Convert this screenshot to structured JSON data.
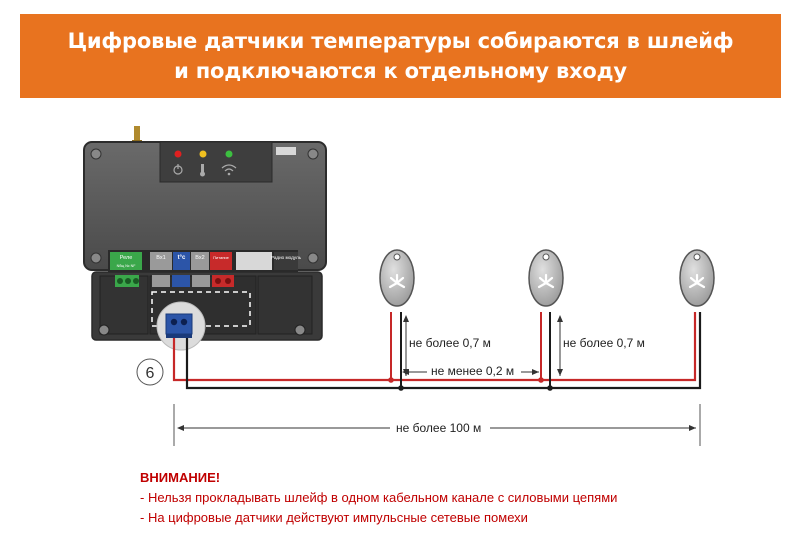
{
  "banner": {
    "line1": "Цифровые датчики температуры собираются в шлейф",
    "line2": "и подключаются к отдельному входу",
    "color": "#e8731f"
  },
  "controller": {
    "terminals": {
      "rele": "Реле",
      "rele_sub": "Nбщ  Nc  NF",
      "in1": "Вх1",
      "tc": "t°c",
      "in2": "Вх2",
      "power": "Питание",
      "radio": "Радио модуль"
    },
    "callout_number": "6"
  },
  "dimensions": {
    "first_sensor": "не более 0,7 м",
    "between_sensors": "не менее 0,2 м",
    "last_sensor": "не более 0,7 м",
    "total": "не более 100 м"
  },
  "warning": {
    "title": "ВНИМАНИЕ!",
    "line1": "- Нельзя прокладывать шлейф в одном кабельном канале с силовыми цепями",
    "line2": "- На цифровые датчики действуют импульсные сетевые помехи",
    "color": "#c00000"
  },
  "icons": [
    "power-icon",
    "thermometer-icon",
    "wifi-icon",
    "sensor-fan-icon"
  ]
}
